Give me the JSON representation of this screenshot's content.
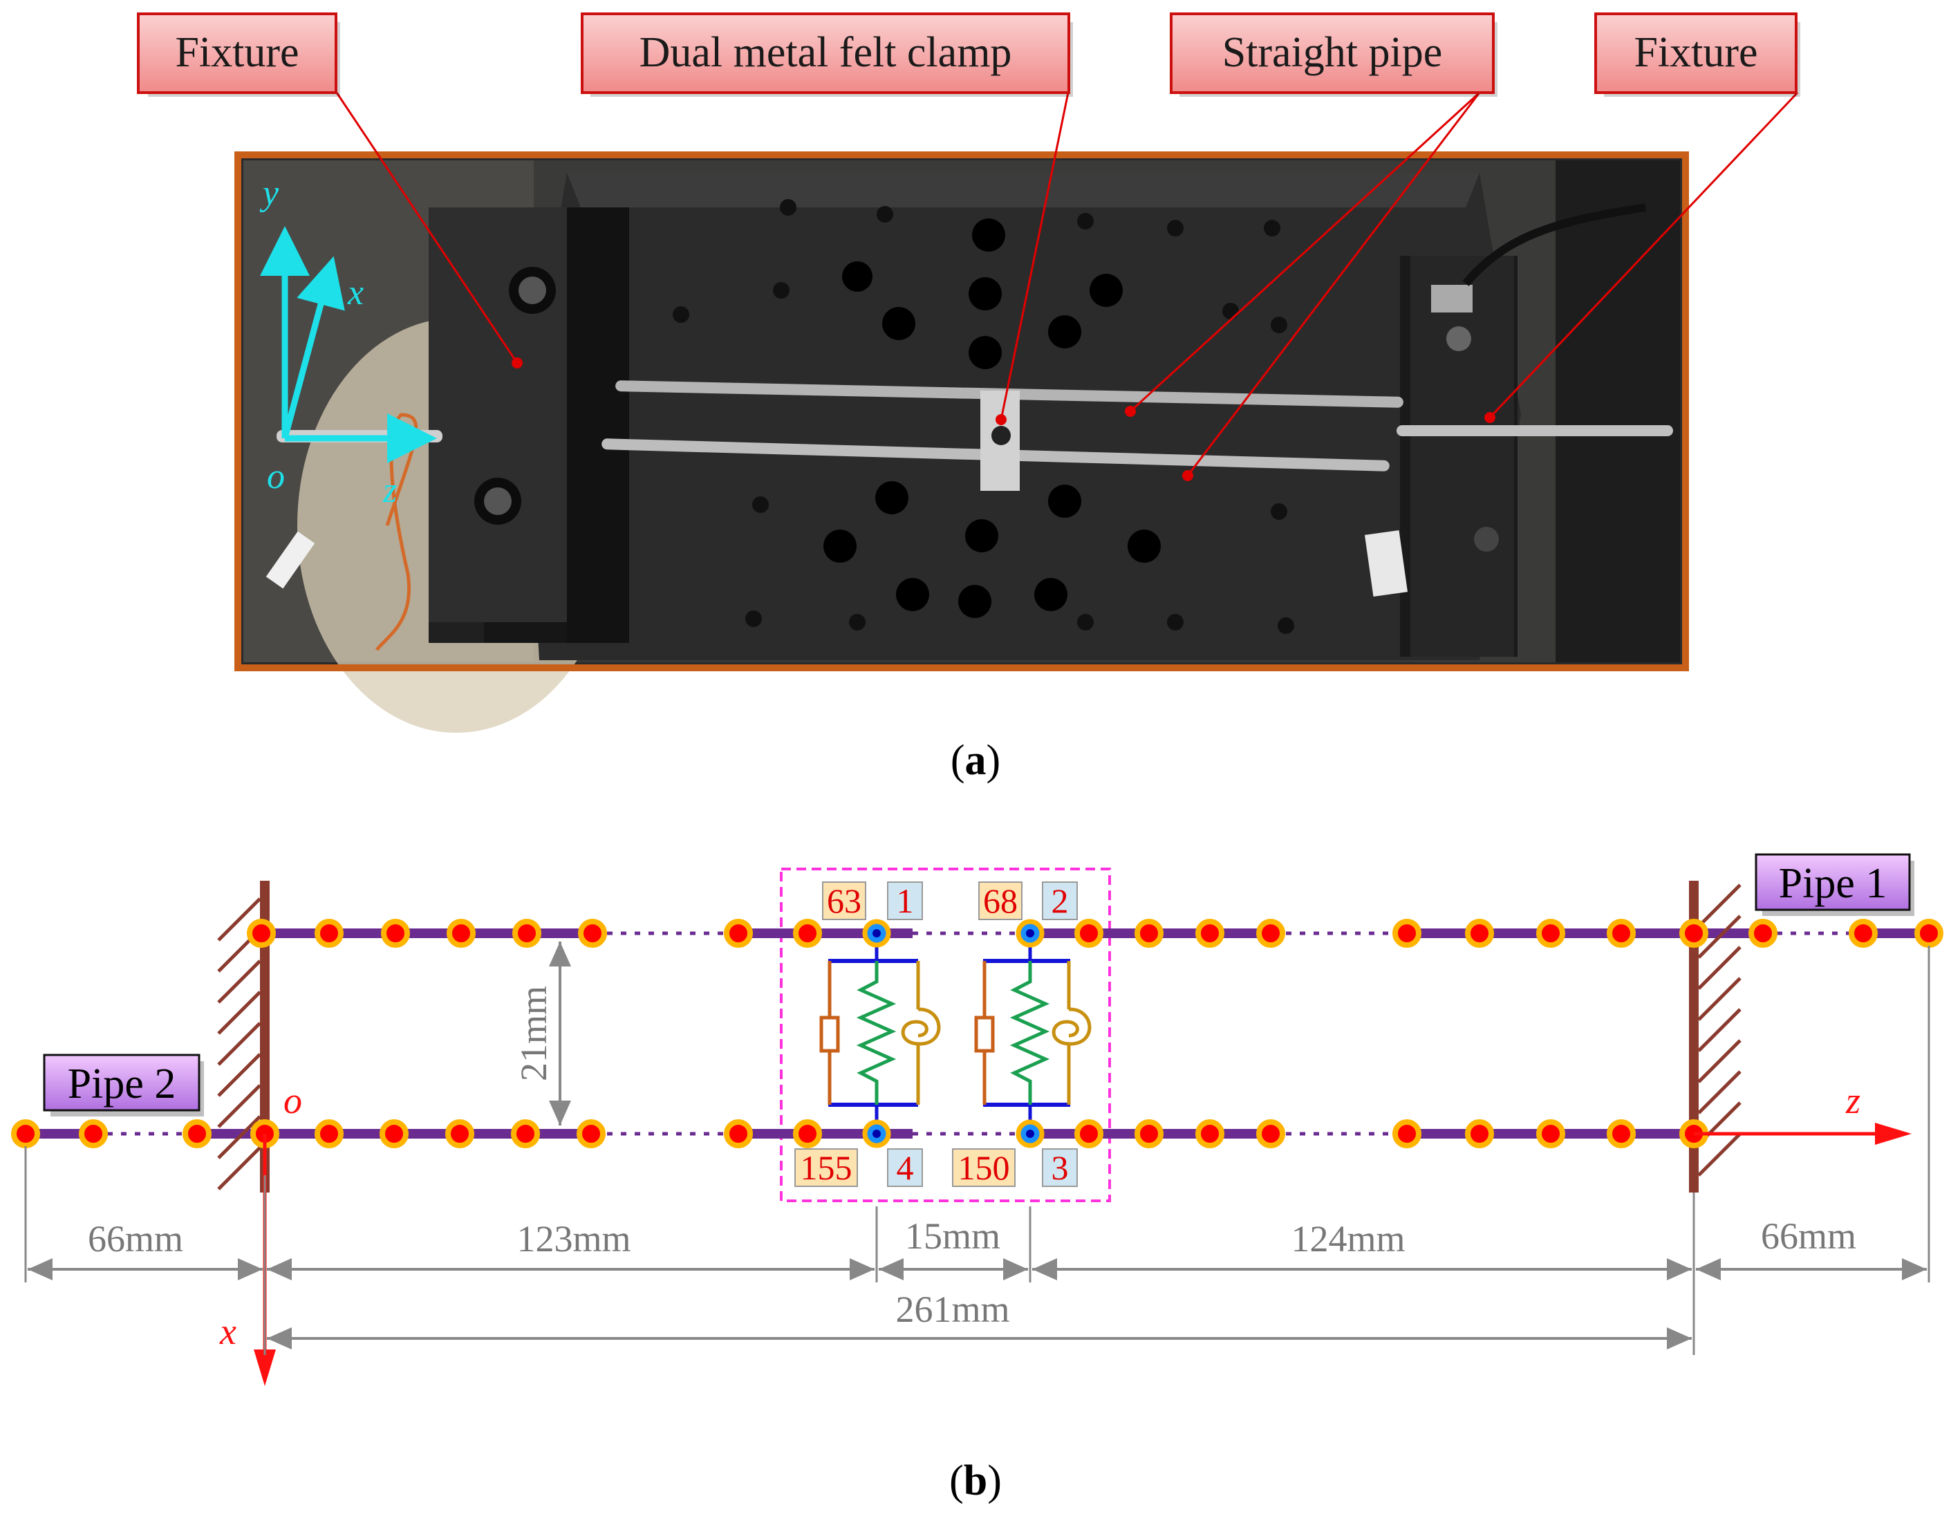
{
  "callouts": {
    "fixture_left": "Fixture",
    "clamp": "Dual metal felt clamp",
    "straight_pipe": "Straight pipe",
    "fixture_right": "Fixture"
  },
  "photo_axes": {
    "y": "y",
    "x": "x",
    "o": "o",
    "z": "z"
  },
  "panel_labels": {
    "a_open": "(",
    "a": "a",
    "a_close": ")",
    "b_open": "(",
    "b": "b",
    "b_close": ")"
  },
  "schematic": {
    "pipe1_label": "Pipe 1",
    "pipe2_label": "Pipe 2",
    "origin_label": "o",
    "z_axis_label": "z",
    "x_axis_label": "x",
    "spacing_label": "21mm",
    "node_numbers": {
      "n63": "63",
      "n68": "68",
      "n155": "155",
      "n150": "150"
    },
    "support_ids": {
      "s1": "1",
      "s2": "2",
      "s3": "3",
      "s4": "4"
    },
    "dimensions": {
      "d_left": "66mm",
      "d_123": "123mm",
      "d_15": "15mm",
      "d_124": "124mm",
      "d_right": "66mm",
      "d_total": "261mm"
    }
  },
  "colors": {
    "callout_fill": "#f7a0a0",
    "callout_border": "#cc1010",
    "leader_line": "#e00000",
    "photo_border": "#c8601a",
    "axis_cyan": "#1ee0e8",
    "pipe_line": "#6a2c91",
    "node_fill": "#ff0000",
    "node_ring": "#ffb400",
    "wall": "#8b3a2e",
    "clamp_box": "#ff33dd",
    "spring": "#1aa050",
    "damper": "#c8601a",
    "torsion_spring": "#c89010",
    "support_bar": "#1414d8",
    "dimension": "#888888",
    "axis_red": "#ff1010"
  }
}
